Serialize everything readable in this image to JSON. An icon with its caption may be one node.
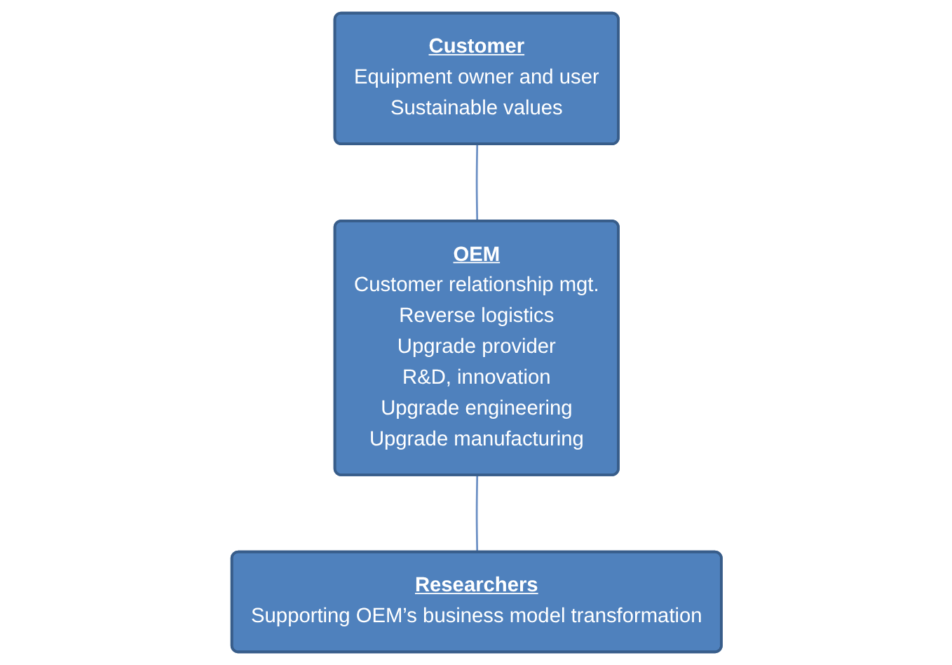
{
  "diagram": {
    "nodes": [
      {
        "text": [
          "Customer",
          "Equipment owner and user",
          "Sustainable values"
        ]
      },
      {
        "text": [
          "OEM",
          "Customer relationship mgt.",
          "Reverse logistics",
          "Upgrade provider",
          "R&D, innovation",
          "Upgrade engineering",
          "Upgrade manufacturing"
        ]
      },
      {
        "text": [
          "Researchers",
          "Supporting OEM’s business model transformation"
        ]
      }
    ],
    "edges": [
      {
        "from": 0,
        "to": 1,
        "arrow": "none"
      },
      {
        "from": 1,
        "to": 2,
        "arrow": "none"
      }
    ]
  }
}
